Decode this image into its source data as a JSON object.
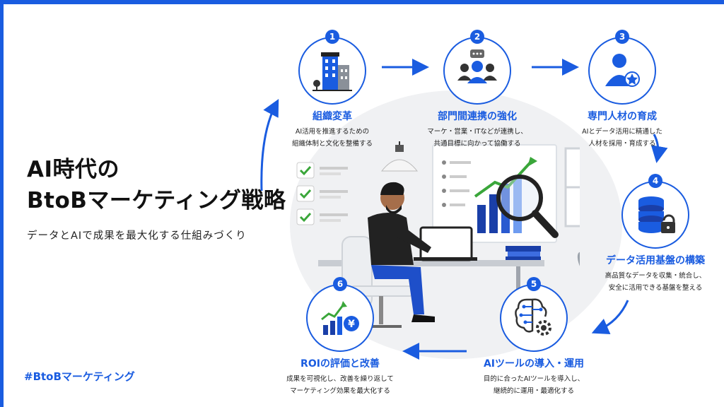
{
  "title": {
    "line1": "AI時代の",
    "line2": "BtoBマーケティング戦略"
  },
  "subtitle": "データとAIで成果を最大化する仕組みづくり",
  "hashtag": "#BtoBマーケティング",
  "accent_color": "#1a5ce0",
  "steps": [
    {
      "num": "1",
      "icon": "office-building-icon",
      "label": "組織変革",
      "desc1": "AI活用を推進するための",
      "desc2": "組織体制と文化を整備する"
    },
    {
      "num": "2",
      "icon": "team-collaboration-icon",
      "label": "部門間連携の強化",
      "desc1": "マーケ・営業・ITなどが連携し、",
      "desc2": "共通目標に向かって協働する"
    },
    {
      "num": "3",
      "icon": "expert-person-icon",
      "label": "専門人材の育成",
      "desc1": "AIとデータ活用に精通した",
      "desc2": "人材を採用・育成する"
    },
    {
      "num": "4",
      "icon": "secure-database-icon",
      "label": "データ活用基盤の構築",
      "desc1": "高品質なデータを収集・統合し、",
      "desc2": "安全に活用できる基盤を整える"
    },
    {
      "num": "5",
      "icon": "ai-brain-gear-icon",
      "label": "AIツールの導入・運用",
      "desc1": "目的に合ったAIツールを導入し、",
      "desc2": "継続的に運用・最適化する"
    },
    {
      "num": "6",
      "icon": "roi-chart-yen-icon",
      "label": "ROIの評価と改善",
      "desc1": "成果を可視化し、改善を繰り返して",
      "desc2": "マーケティング効果を最大化する"
    }
  ]
}
